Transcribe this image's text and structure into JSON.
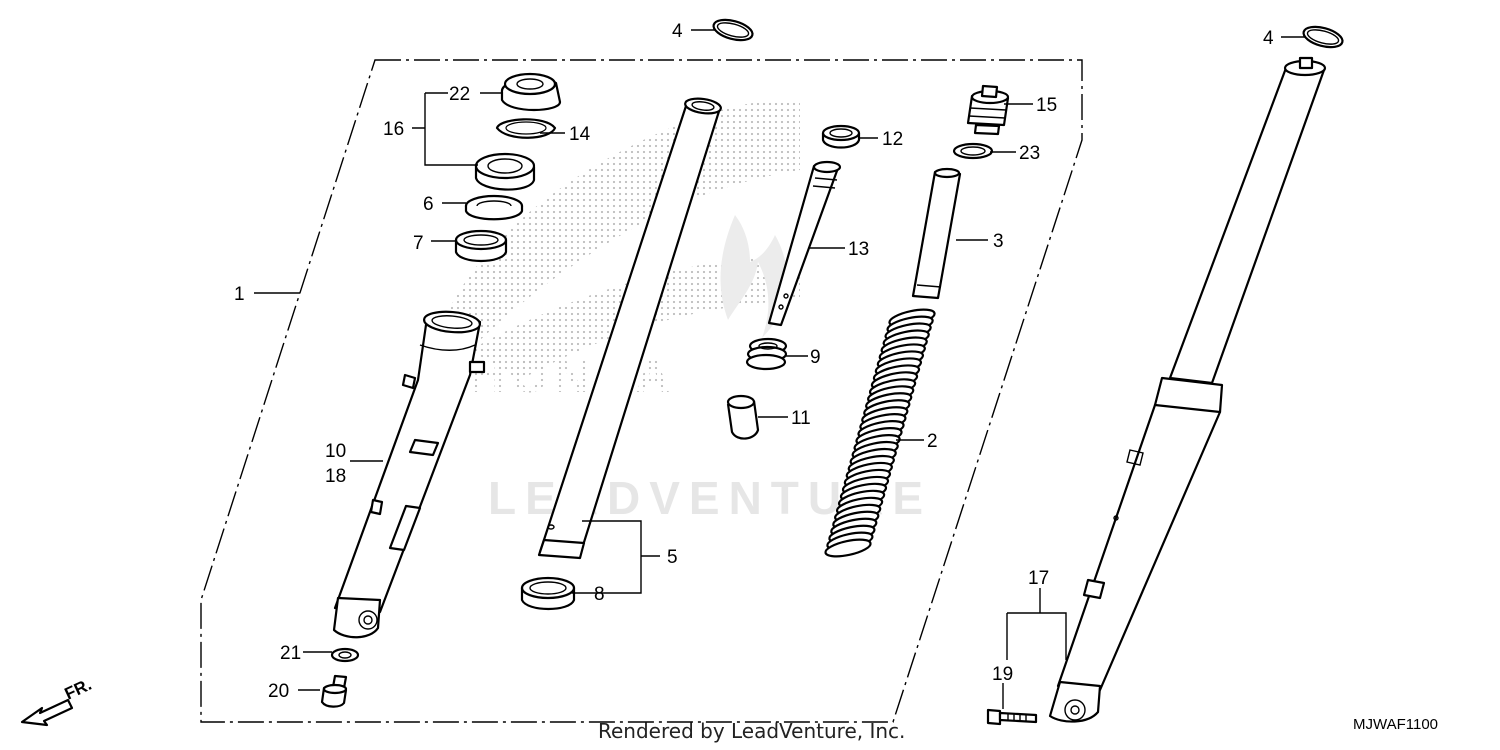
{
  "callouts": {
    "c1": "1",
    "c2": "2",
    "c3": "3",
    "c4a": "4",
    "c4b": "4",
    "c5": "5",
    "c6": "6",
    "c7": "7",
    "c8": "8",
    "c9": "9",
    "c10": "10",
    "c11": "11",
    "c12": "12",
    "c13": "13",
    "c14": "14",
    "c15": "15",
    "c16": "16",
    "c17": "17",
    "c18": "18",
    "c19": "19",
    "c20": "20",
    "c21": "21",
    "c22": "22",
    "c23": "23"
  },
  "watermark": {
    "text": "LEADVENTURE",
    "logo": "honda-wing-logo"
  },
  "direction_label": "FR.",
  "footer_text": "Rendered by LeadVenture, Inc.",
  "diagram_code": "MJWAF1100",
  "icons": {
    "front_arrow": "front-direction-arrow-icon"
  }
}
